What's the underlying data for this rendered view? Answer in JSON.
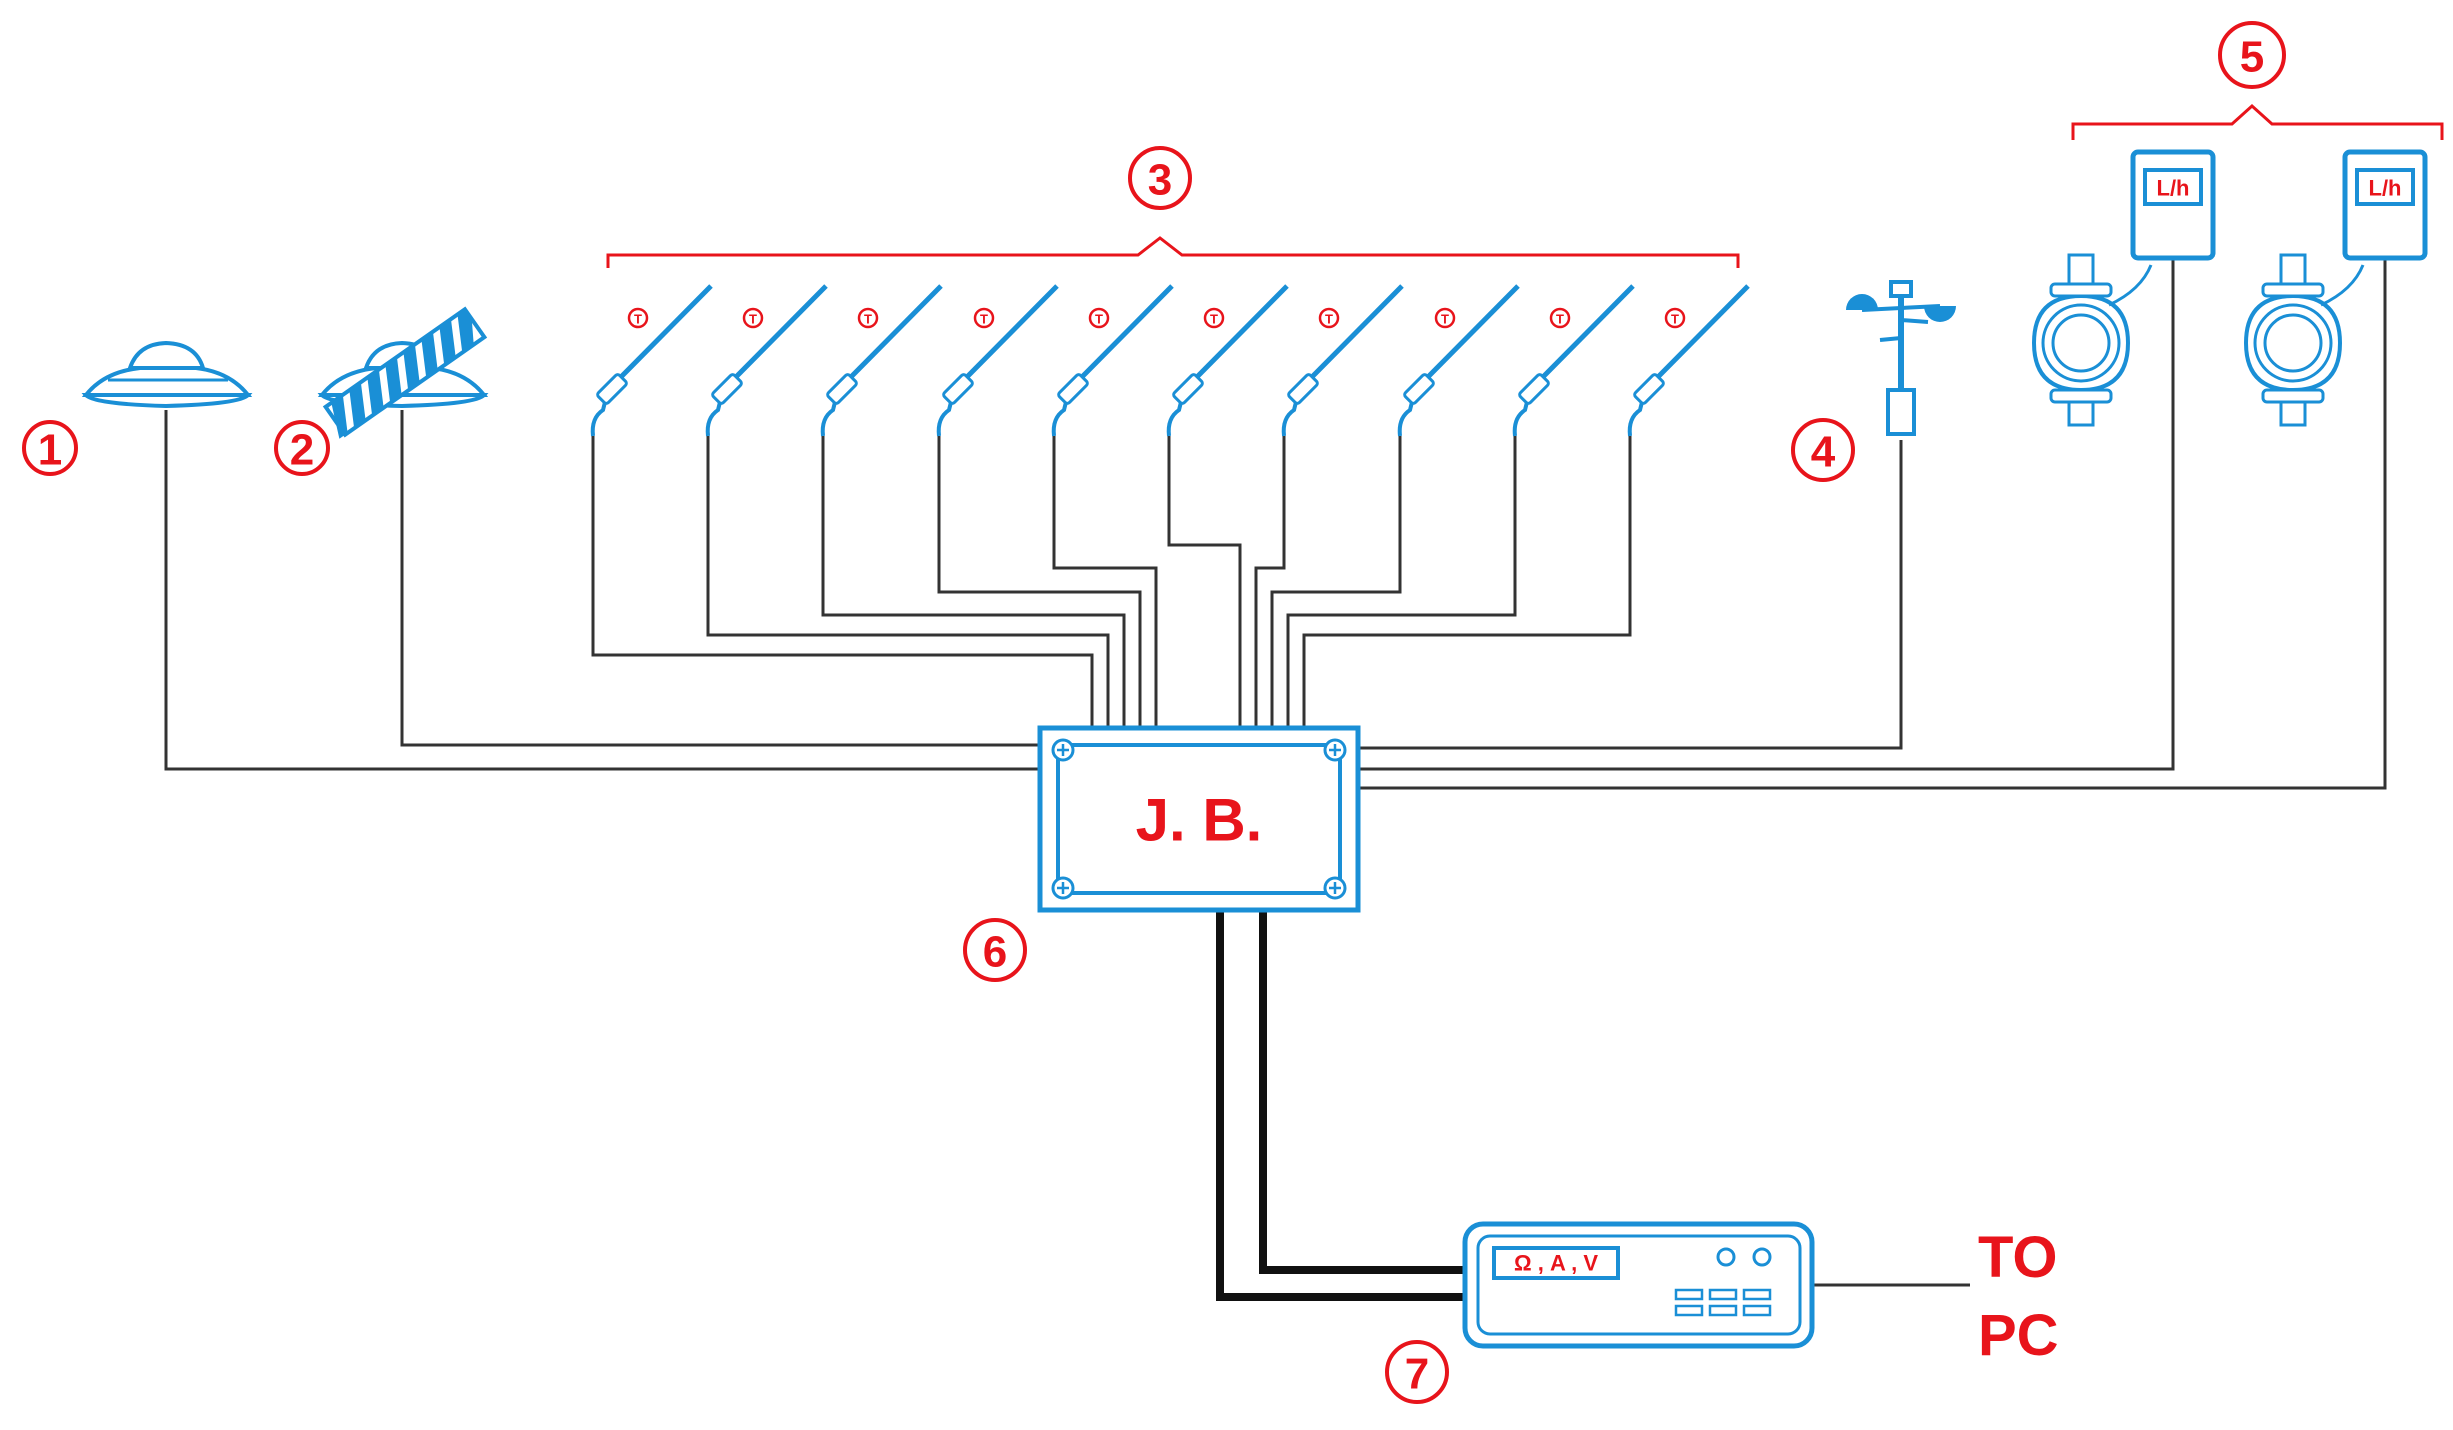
{
  "labels": {
    "n1": "1",
    "n2": "2",
    "n3": "3",
    "n4": "4",
    "n5": "5",
    "n6": "6",
    "n7": "7"
  },
  "junction_box": {
    "label": "J.  B."
  },
  "meter": {
    "display": "Ω , A , V"
  },
  "flowmeter": {
    "unit": "L/h"
  },
  "sensor": {
    "mark": "T"
  },
  "output": {
    "line1": "TO",
    "line2": "PC"
  },
  "colors": {
    "device": "#1a8fd6",
    "label": "#e8141b",
    "wire": "#333333"
  },
  "icons": [
    "pyranometer-icon",
    "shaded-pyranometer-icon",
    "temperature-sensor-icon",
    "anemometer-icon",
    "flowmeter-icon",
    "junction-box-icon",
    "multimeter-icon"
  ]
}
